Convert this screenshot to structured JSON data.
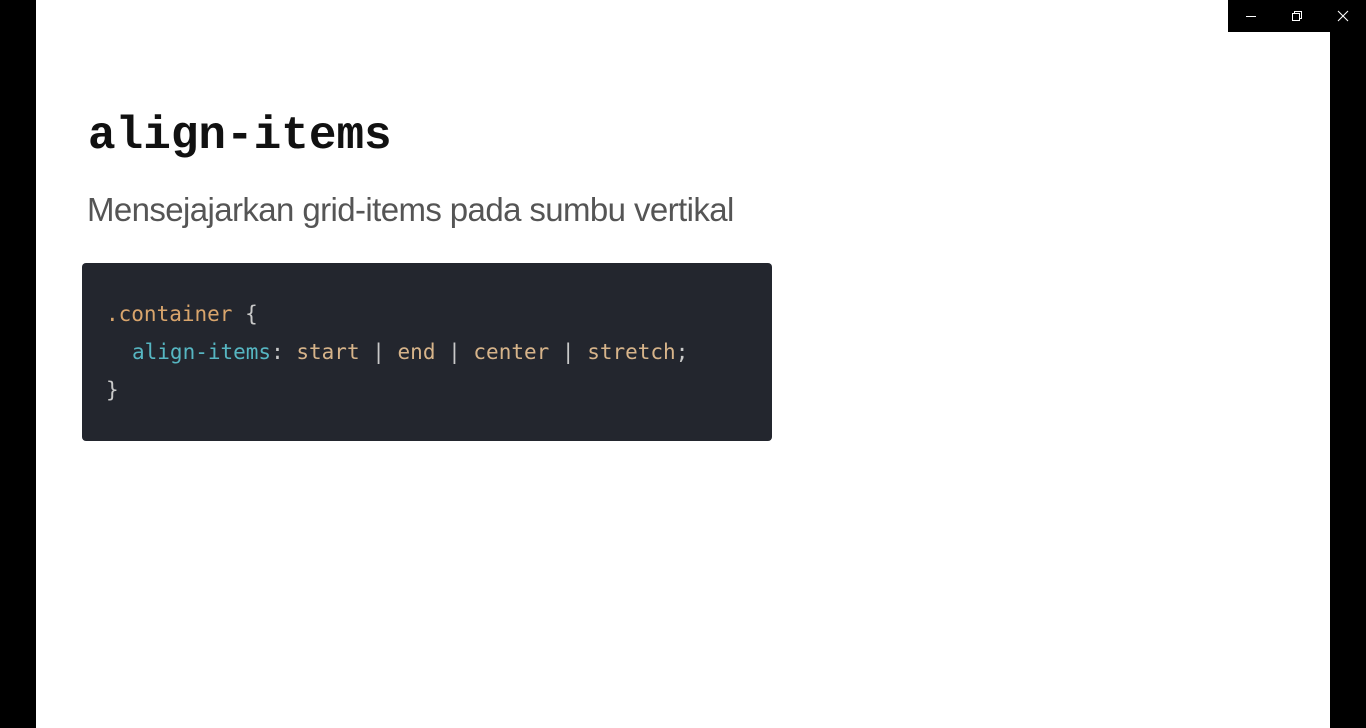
{
  "slide": {
    "title": "align-items",
    "subtitle": "Mensejajarkan grid-items pada sumbu vertikal"
  },
  "code": {
    "line1": {
      "selector": ".container",
      "open_brace": " {"
    },
    "line2": {
      "property": "align-items",
      "colon": ": ",
      "values": [
        {
          "text": "start",
          "sep": " | "
        },
        {
          "text": "end",
          "sep": " | "
        },
        {
          "text": "center",
          "sep": " | "
        },
        {
          "text": "stretch",
          "sep": ";"
        }
      ]
    },
    "line3": {
      "close_brace": "}"
    }
  },
  "window_controls": {
    "minimize_icon": "minimize-icon",
    "restore_icon": "restore-icon",
    "close_icon": "close-icon"
  },
  "colors": {
    "code_background": "#23262e",
    "selector": "#d9a56c",
    "property": "#56b6c2",
    "value": "#d7b48a",
    "punctuation": "#c9c9c9",
    "title": "#111111",
    "subtitle": "#555555"
  }
}
